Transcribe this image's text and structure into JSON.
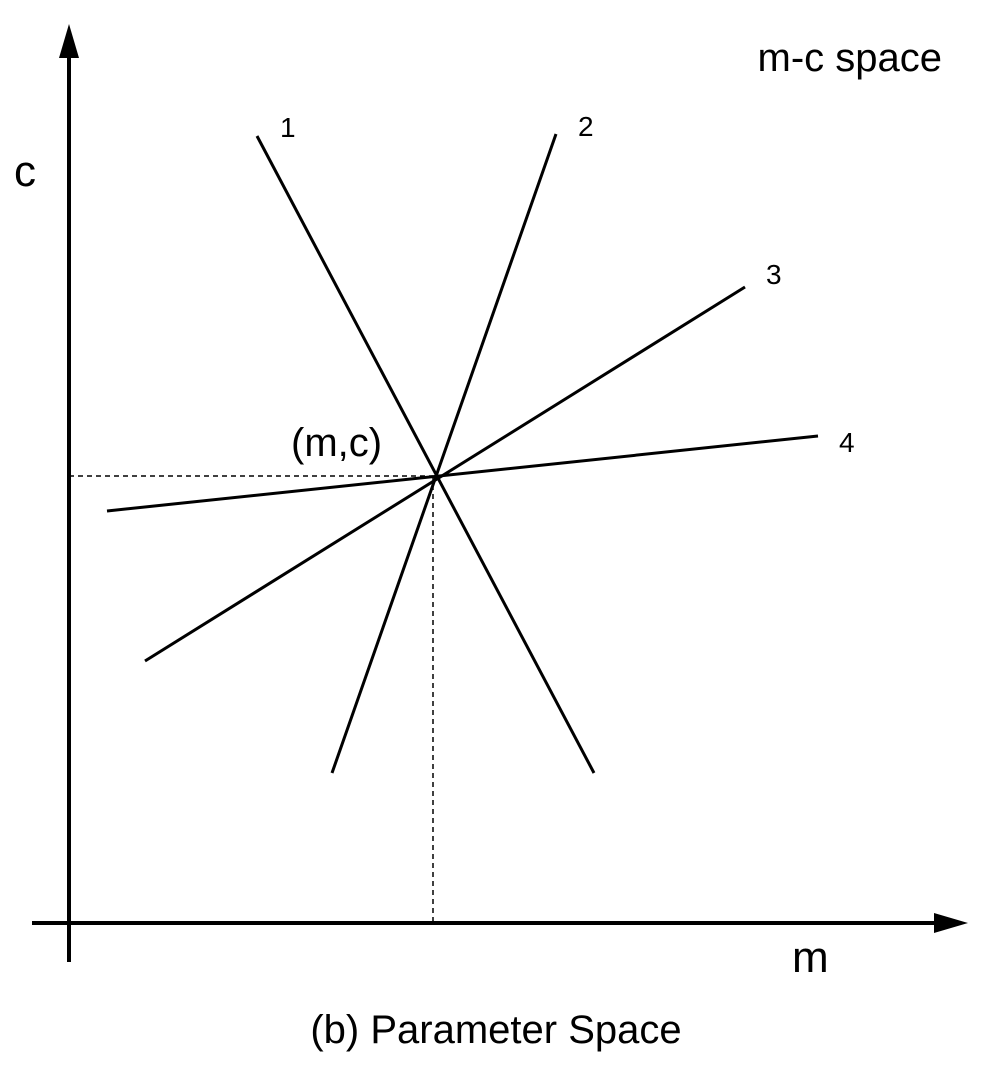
{
  "diagram": {
    "space_title": "m-c space",
    "x_axis_label": "m",
    "y_axis_label": "c",
    "point_label": "(m,c)",
    "caption": "(b) Parameter Space",
    "lines": [
      {
        "label": "1"
      },
      {
        "label": "2"
      },
      {
        "label": "3"
      },
      {
        "label": "4"
      }
    ],
    "colors": {
      "ink": "#000000",
      "background": "#ffffff"
    }
  }
}
